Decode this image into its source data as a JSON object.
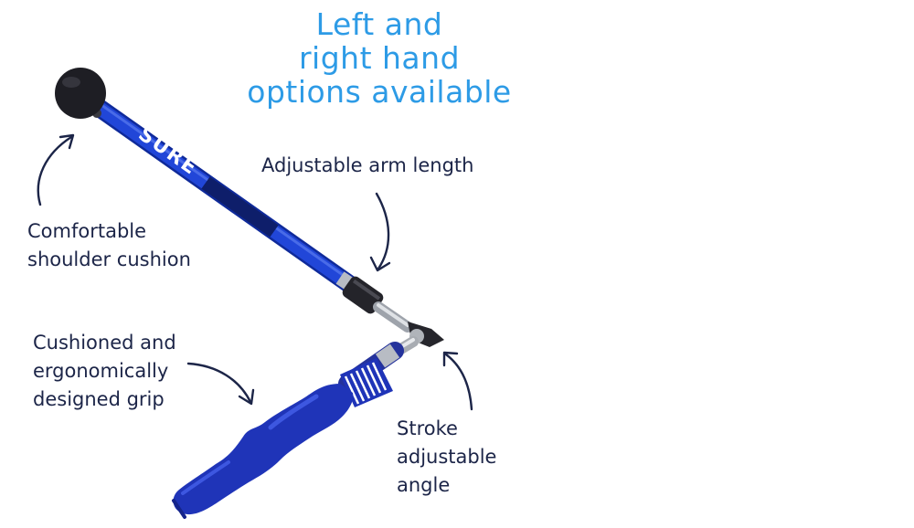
{
  "headline": {
    "lines": [
      "Left and",
      "right hand",
      "options available"
    ],
    "color": "#2d9be6"
  },
  "callouts": {
    "arm_length": {
      "lines": [
        "Adjustable arm length"
      ]
    },
    "shoulder_cushion": {
      "lines": [
        "Comfortable",
        "shoulder cushion"
      ]
    },
    "grip": {
      "lines": [
        "Cushioned and",
        "ergonomically",
        "designed grip"
      ]
    },
    "angle": {
      "lines": [
        "Stroke",
        "adjustable",
        "angle"
      ]
    }
  },
  "product": {
    "shaft_text": "SURE",
    "shaft_color": "#1d3fd0",
    "grip_color": "#1f34b8",
    "cushion_color": "#1e1e24"
  },
  "colors": {
    "callout_text": "#1c2548",
    "arrow": "#1c2548"
  }
}
